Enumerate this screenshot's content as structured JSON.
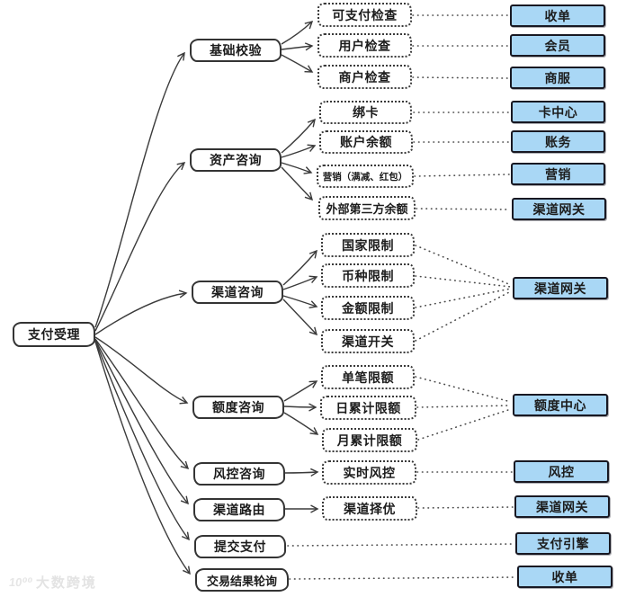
{
  "root": {
    "label": "支付受理"
  },
  "stages": [
    {
      "label": "基础校验",
      "checks": [
        {
          "label": "可支付检查",
          "system": "收单"
        },
        {
          "label": "用户检查",
          "system": "会员"
        },
        {
          "label": "商户检查",
          "system": "商服"
        }
      ]
    },
    {
      "label": "资产咨询",
      "checks": [
        {
          "label": "绑卡",
          "system": "卡中心"
        },
        {
          "label": "账户余额",
          "system": "账务"
        },
        {
          "label": "营销（满减、红包）",
          "system": "营销"
        },
        {
          "label": "外部第三方余额",
          "system": "渠道网关"
        }
      ]
    },
    {
      "label": "渠道咨询",
      "system": "渠道网关",
      "checks": [
        {
          "label": "国家限制"
        },
        {
          "label": "币种限制"
        },
        {
          "label": "金额限制"
        },
        {
          "label": "渠道开关"
        }
      ]
    },
    {
      "label": "额度咨询",
      "system": "额度中心",
      "checks": [
        {
          "label": "单笔限额"
        },
        {
          "label": "日累计限额"
        },
        {
          "label": "月累计限额"
        }
      ]
    },
    {
      "label": "风控咨询",
      "checks": [
        {
          "label": "实时风控",
          "system": "风控"
        }
      ]
    },
    {
      "label": "渠道路由",
      "checks": [
        {
          "label": "渠道择优",
          "system": "渠道网关"
        }
      ]
    },
    {
      "label": "提交支付",
      "system": "支付引擎"
    },
    {
      "label": "交易结果轮询",
      "system": "收单"
    }
  ],
  "colors": {
    "system_fill": "#a9d7f5",
    "system_border": "#181822",
    "line": "#3b3b3b"
  },
  "watermark": {
    "label": "大数跨境",
    "logo": "10⁰⁰"
  }
}
